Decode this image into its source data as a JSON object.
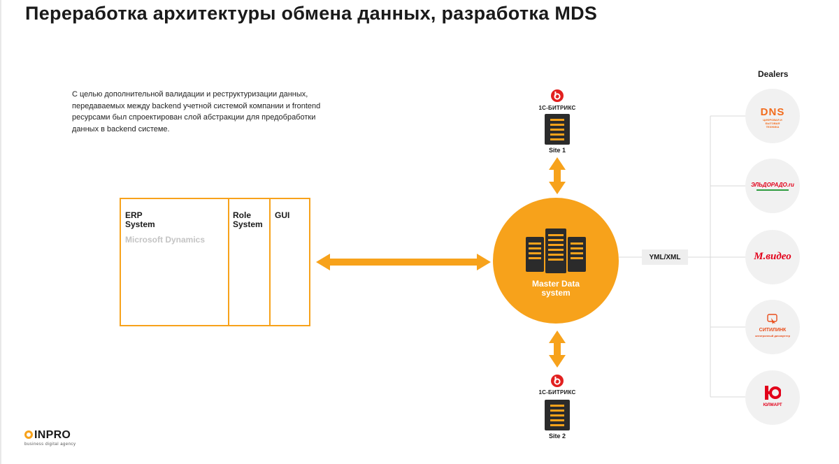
{
  "title": "Переработка архитектуры обмена данных, разработка MDS",
  "description": "С целью дополнительной валидации и реструктуризации данных, передаваемых между backend учетной системой компании и frontend ресурсами был спроектирован слой абстракции для предобработки данных в backend системе.",
  "erp": {
    "col1_line1": "ERP",
    "col1_line2": "System",
    "col1_sub": "Microsoft Dynamics",
    "col2_line1": "Role",
    "col2_line2": "System",
    "col3": "GUI"
  },
  "mds": {
    "line1": "Master Data",
    "line2": "system"
  },
  "sites": {
    "top": {
      "vendor": "1С-БИТРИКС",
      "label": "Site 1"
    },
    "bottom": {
      "vendor": "1С-БИТРИКС",
      "label": "Site 2"
    }
  },
  "exchange_format": "YML/XML",
  "dealers": {
    "title": "Dealers",
    "items": [
      {
        "name": "DNS",
        "sub": "ЦИФРОВАЯ И БЫТОВАЯ ТЕХНИКА",
        "color": "#f26c1d"
      },
      {
        "name": "ЭЛЬДОРАДО.ru",
        "color": "#e2001a"
      },
      {
        "name": "М.видео",
        "color": "#e2001a"
      },
      {
        "name": "СИТИЛИНК",
        "sub": "электронный дискаунтер",
        "color": "#e94e1b"
      },
      {
        "name": "ЮЛМАРТ",
        "color": "#e2001a"
      }
    ]
  },
  "brand": {
    "name": "INPRO",
    "tagline": "business digital agency"
  },
  "colors": {
    "accent": "#f7a21b",
    "server": "#2b2b2b",
    "bitrix_red": "#e2201f"
  }
}
